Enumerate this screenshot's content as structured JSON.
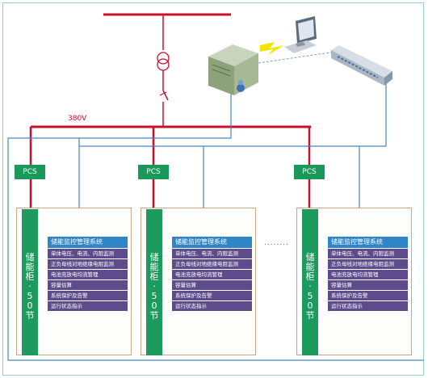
{
  "voltage_label": "380V",
  "pcs_label": "PCS",
  "cabinet": {
    "name_chars": [
      "储",
      "能",
      "柜",
      "·",
      "5",
      "0",
      "节"
    ],
    "system_title": "储能监控管理系统",
    "functions": [
      "单体电压、电流、内阻监测",
      "正负母线对地绝缘电阻监测",
      "电池充放电均流管理",
      "容量估算",
      "系统保护及告警",
      "运行状态指示"
    ]
  },
  "ellipsis": "........",
  "colors": {
    "power_line": "#c8102e",
    "signal_line": "#4a86b5",
    "pcs_green": "#1a9a5a",
    "title_blue": "#2e86c9",
    "item_purple": "#5e4b8b"
  }
}
